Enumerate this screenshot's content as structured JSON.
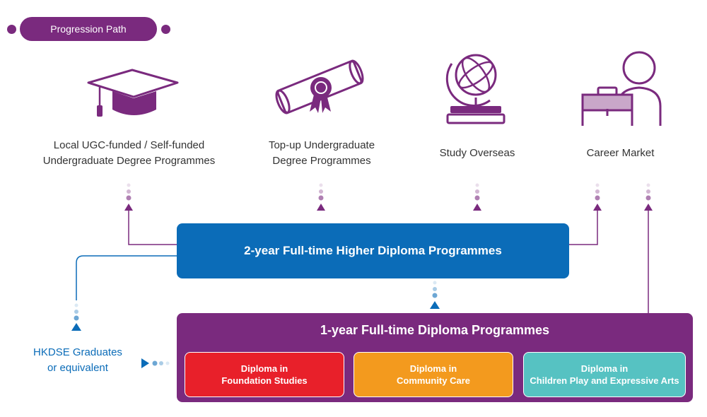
{
  "header": {
    "pill_label": "Progression Path"
  },
  "destinations": [
    {
      "label_line1": "Local UGC-funded / Self-funded",
      "label_line2": "Undergraduate Degree Programmes",
      "icon": "graduation-cap-icon"
    },
    {
      "label_line1": "Top-up Undergraduate",
      "label_line2": "Degree Programmes",
      "icon": "diploma-scroll-icon"
    },
    {
      "label_line1": "Study Overseas",
      "label_line2": "",
      "icon": "globe-books-icon"
    },
    {
      "label_line1": "Career Market",
      "label_line2": "",
      "icon": "person-briefcase-icon"
    }
  ],
  "higher_diploma": {
    "title": "2-year Full-time Higher Diploma Programmes"
  },
  "diploma": {
    "title": "1-year Full-time Diploma Programmes",
    "programmes": [
      {
        "line1": "Diploma in",
        "line2": "Foundation Studies",
        "color": "#e8202a"
      },
      {
        "line1": "Diploma in",
        "line2": "Community Care",
        "color": "#f39a1e"
      },
      {
        "line1": "Diploma in",
        "line2": "Children Play and Expressive Arts",
        "color": "#56c2c2"
      }
    ]
  },
  "entry": {
    "line1": "HKDSE Graduates",
    "line2": "or equivalent"
  },
  "colors": {
    "purple": "#7a2a7e",
    "blue": "#0b6cb8",
    "red": "#e8202a",
    "orange": "#f39a1e",
    "teal": "#56c2c2"
  }
}
